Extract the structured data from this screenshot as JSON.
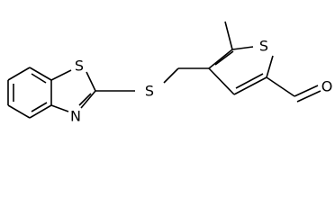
{
  "diagram": {
    "type": "chemical-structure",
    "atoms": {
      "s_benzothiazole": "S",
      "n_benzothiazole": "N",
      "s_thioether": "S",
      "s_thiophene": "S",
      "o_aldehyde": "O"
    }
  }
}
